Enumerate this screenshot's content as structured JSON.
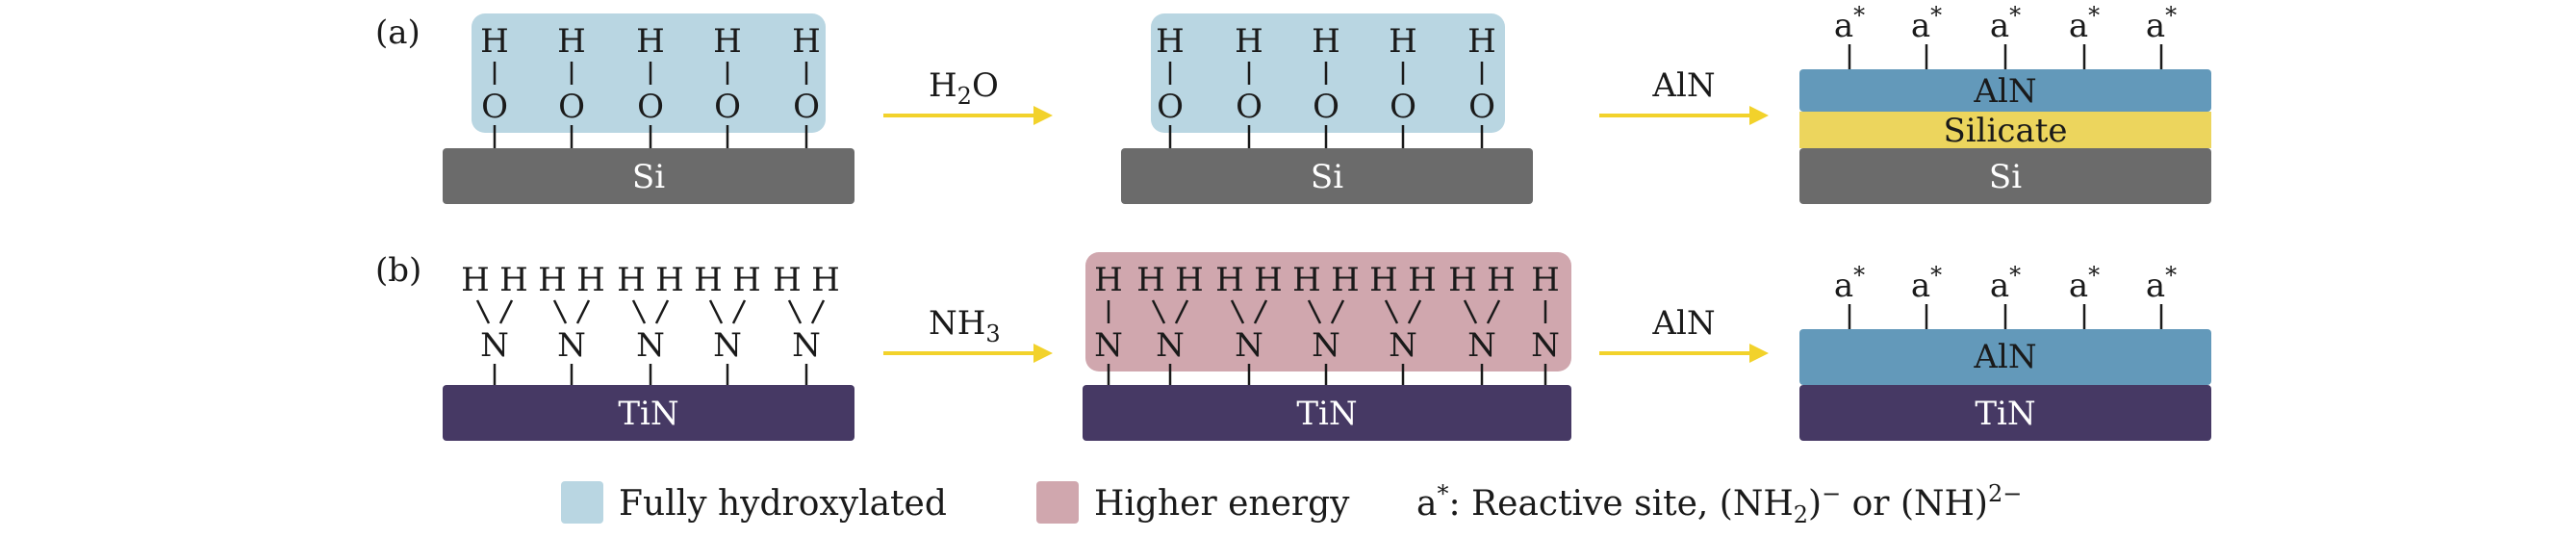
{
  "panels": {
    "a": {
      "label": "(a)"
    },
    "b": {
      "label": "(b)"
    }
  },
  "atoms": {
    "hydrogen": "H",
    "oxygen": "O",
    "nitrogen": "N",
    "reactive": "a",
    "reactive_sup": "*"
  },
  "reagents": {
    "water": {
      "main": "H",
      "sub": "2",
      "tail": "O"
    },
    "ammonia": {
      "main": "NH",
      "sub": "3"
    },
    "aln_a": "AlN",
    "aln_b": "AlN"
  },
  "layers": {
    "si": "Si",
    "tin": "TiN",
    "aln": "AlN",
    "silicate": "Silicate"
  },
  "legend": {
    "hydroxylated": "Fully hydroxylated",
    "higher_energy": "Higher energy",
    "note_prefix": "a",
    "note_star": "*",
    "note_text1": ": Reactive site, (NH",
    "note_sub": "2",
    "note_text2": ")",
    "note_sup1": "−",
    "note_text3": " or (NH)",
    "note_sup2": "2−"
  },
  "colors": {
    "hydroxylated": "#b9d6e2",
    "higher_energy": "#d0a7ae",
    "silicon": "#6b6b6b",
    "tin": "#463964",
    "aln": "#6399ba",
    "silicate": "#ecd55d",
    "arrow": "#f2d22b"
  }
}
